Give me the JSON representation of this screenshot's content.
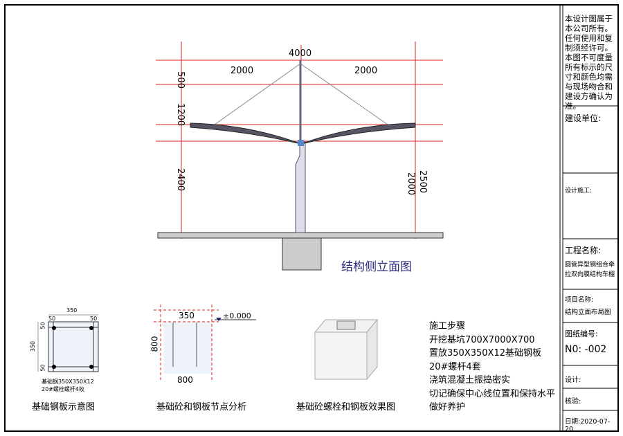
{
  "elevation": {
    "title": "结构侧立面图",
    "dims": {
      "total_width": "4000",
      "left_span": "2000",
      "right_span": "2000",
      "top": "500",
      "mid": "1200",
      "lower": "2400",
      "right_low": "2000",
      "right_high": "2500"
    }
  },
  "plate": {
    "title": "基础钢板示意图",
    "dim_width": "350",
    "dim_height": "350",
    "edge_left": "50",
    "edge_right": "50",
    "edge_top": "50",
    "edge_bottom": "50",
    "note1": "基础钢350X350X12",
    "note2": "20#螺栓螺杆4枚"
  },
  "node": {
    "title": "基础砼和钢板节点分析",
    "dim_top": "350",
    "dim_height": "800",
    "dim_width": "800",
    "level": "±0.000"
  },
  "effect": {
    "title": "基础砼螺栓和钢板效果图"
  },
  "steps": {
    "title": "施工步骤",
    "items": [
      "开挖基坑700X7000X700",
      "置放350X350X12基础钢板",
      "20#螺杆4套",
      "浇筑混凝土振捣密实",
      "切记确保中心线位置和保持水平",
      "做好养护"
    ]
  },
  "titleblock": {
    "disclaimer": "本设计图属于本公司所有。任何使用和复制须经许可。本图不可度量所有标示的尺寸和颜色均需与现场吻合和建设方确认为准。",
    "client_label": "建设单位:",
    "contractor_label": "设计施工:",
    "project_label": "工程名称:",
    "project_name": "圆管异型钢组合牵拉双向膜结构车棚",
    "item_label": "项目名称:",
    "item_name": "结构立面布局图",
    "drawing_no_label": "图纸编号:",
    "drawing_no": "N0: -002",
    "design_label": "设计:",
    "check_label": "核验:",
    "date": "日期:2020-07-20"
  }
}
